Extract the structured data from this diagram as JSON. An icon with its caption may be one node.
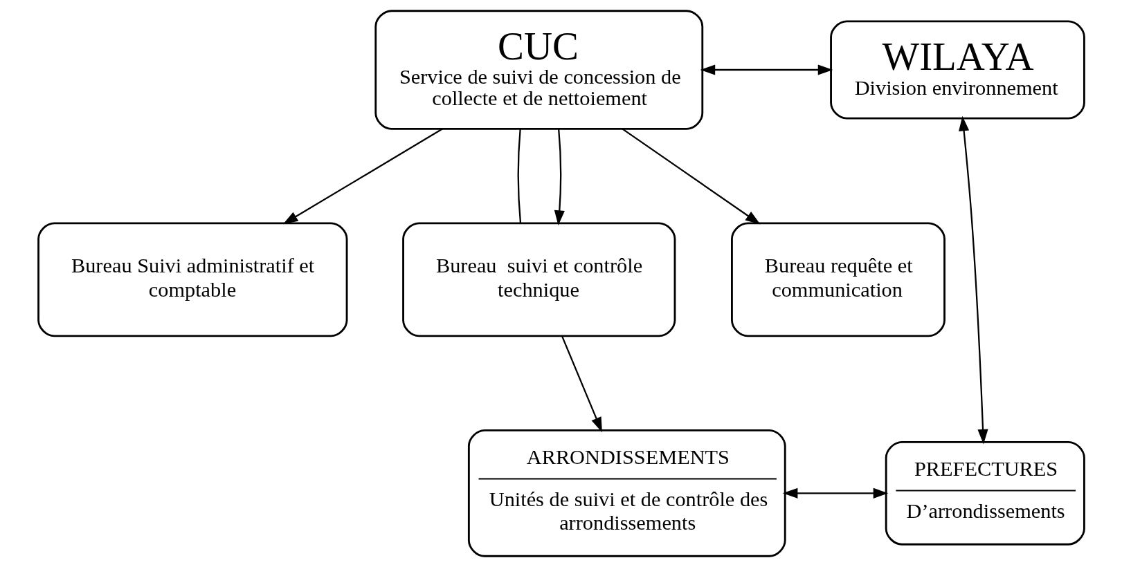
{
  "diagram": {
    "nodes": [
      {
        "text": [
          "CUC",
          "Service de suivi de concession de collecte et de nettoiement"
        ]
      },
      {
        "text": [
          "WILAYA",
          "Division environnement"
        ]
      },
      {
        "text": [
          "Bureau Suivi administratif et comptable"
        ]
      },
      {
        "text": [
          "Bureau  suivi et contrôle technique"
        ]
      },
      {
        "text": [
          "Bureau requête et communication"
        ]
      },
      {
        "text": [
          "ARRONDISSEMENTS",
          "Unités de suivi et de contrôle des arrondissements"
        ]
      },
      {
        "text": [
          "PREFECTURES",
          "D’arrondissements"
        ]
      }
    ],
    "edges": [
      {
        "from": 0,
        "to": 1,
        "arrow": "both"
      },
      {
        "from": 0,
        "to": 2,
        "arrow": "to"
      },
      {
        "from": 0,
        "to": 3,
        "arrow": "none"
      },
      {
        "from": 0,
        "to": 3,
        "arrow": "to"
      },
      {
        "from": 0,
        "to": 4,
        "arrow": "to"
      },
      {
        "from": 3,
        "to": 5,
        "arrow": "to"
      },
      {
        "from": 1,
        "to": 6,
        "arrow": "both"
      },
      {
        "from": 5,
        "to": 6,
        "arrow": "both"
      }
    ]
  }
}
